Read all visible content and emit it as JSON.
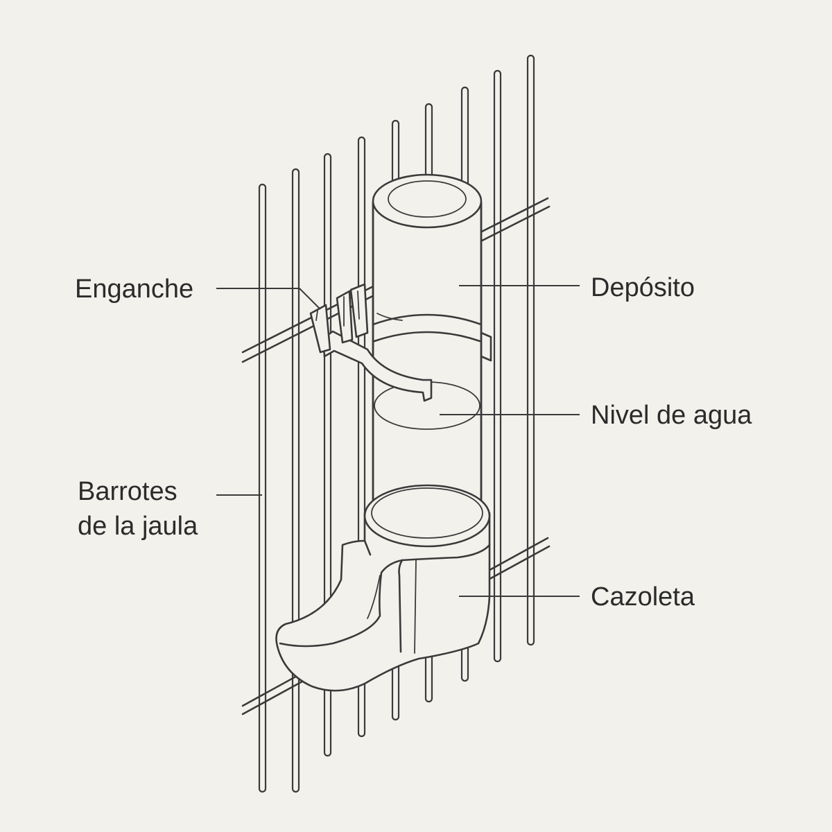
{
  "diagram": {
    "labels": {
      "hook": "Enganche",
      "reservoir": "Depósito",
      "water_level": "Nivel de agua",
      "bars_line1": "Barrotes",
      "bars_line2": "de la jaula",
      "cup": "Cazoleta"
    },
    "colors": {
      "background": "#f2f1ec",
      "stroke": "#3a3a3a",
      "text": "#2b2b2b"
    }
  }
}
